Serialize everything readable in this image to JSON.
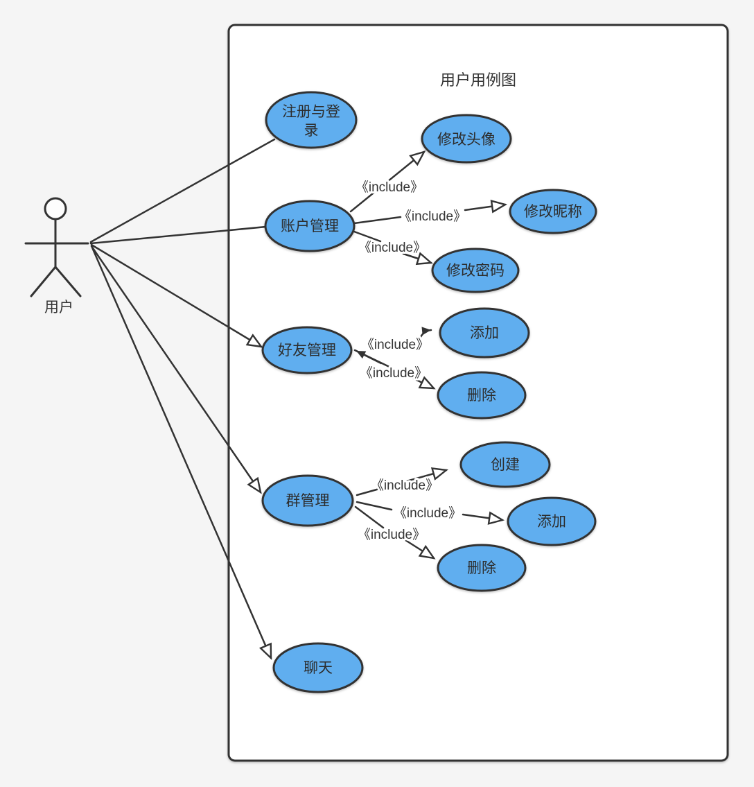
{
  "diagram": {
    "title": "用户用例图",
    "actor": {
      "label": "用户"
    },
    "include_label": "《include》",
    "use_cases": {
      "register_login": {
        "label": "注册与登录",
        "line1": "注册与登",
        "line2": "录"
      },
      "account_mgmt": {
        "label": "账户管理"
      },
      "edit_avatar": {
        "label": "修改头像"
      },
      "edit_nickname": {
        "label": "修改昵称"
      },
      "edit_password": {
        "label": "修改密码"
      },
      "friend_mgmt": {
        "label": "好友管理"
      },
      "friend_add": {
        "label": "添加"
      },
      "friend_delete": {
        "label": "删除"
      },
      "group_mgmt": {
        "label": "群管理"
      },
      "group_create": {
        "label": "创建"
      },
      "group_add": {
        "label": "添加"
      },
      "group_delete": {
        "label": "删除"
      },
      "chat": {
        "label": "聊天"
      }
    },
    "colors": {
      "node_fill": "#61aeef",
      "stroke": "#333333",
      "canvas_bg": "#f5f5f5",
      "boundary_fill": "#ffffff"
    }
  }
}
